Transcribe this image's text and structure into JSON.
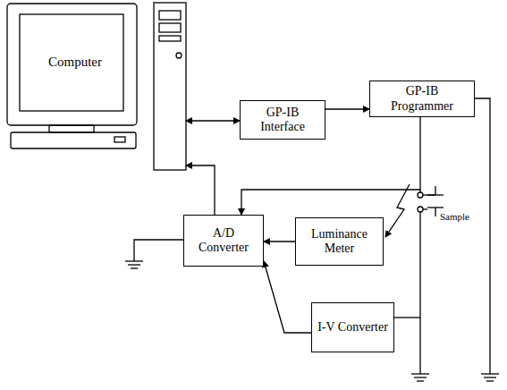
{
  "diagram": {
    "nodes": [
      {
        "text": [
          "Computer"
        ]
      },
      {
        "text": [
          "GP-IB Interface"
        ]
      },
      {
        "text": [
          "GP-IB Programmer"
        ]
      },
      {
        "text": [
          "A/D Converter"
        ]
      },
      {
        "text": [
          "Luminance Meter"
        ]
      },
      {
        "text": [
          "I-V Converter"
        ]
      }
    ],
    "edges": [
      {
        "from": 0,
        "to": 1,
        "arrow": "both"
      },
      {
        "from": 1,
        "to": 2,
        "arrow": "to"
      },
      {
        "from": 3,
        "to": 0,
        "arrow": "to"
      },
      {
        "from": 2,
        "to": 3,
        "arrow": "to"
      },
      {
        "from": 4,
        "to": 3,
        "arrow": "to"
      },
      {
        "from": 5,
        "to": 3,
        "arrow": "to"
      }
    ],
    "labels": [
      "Sample"
    ]
  }
}
